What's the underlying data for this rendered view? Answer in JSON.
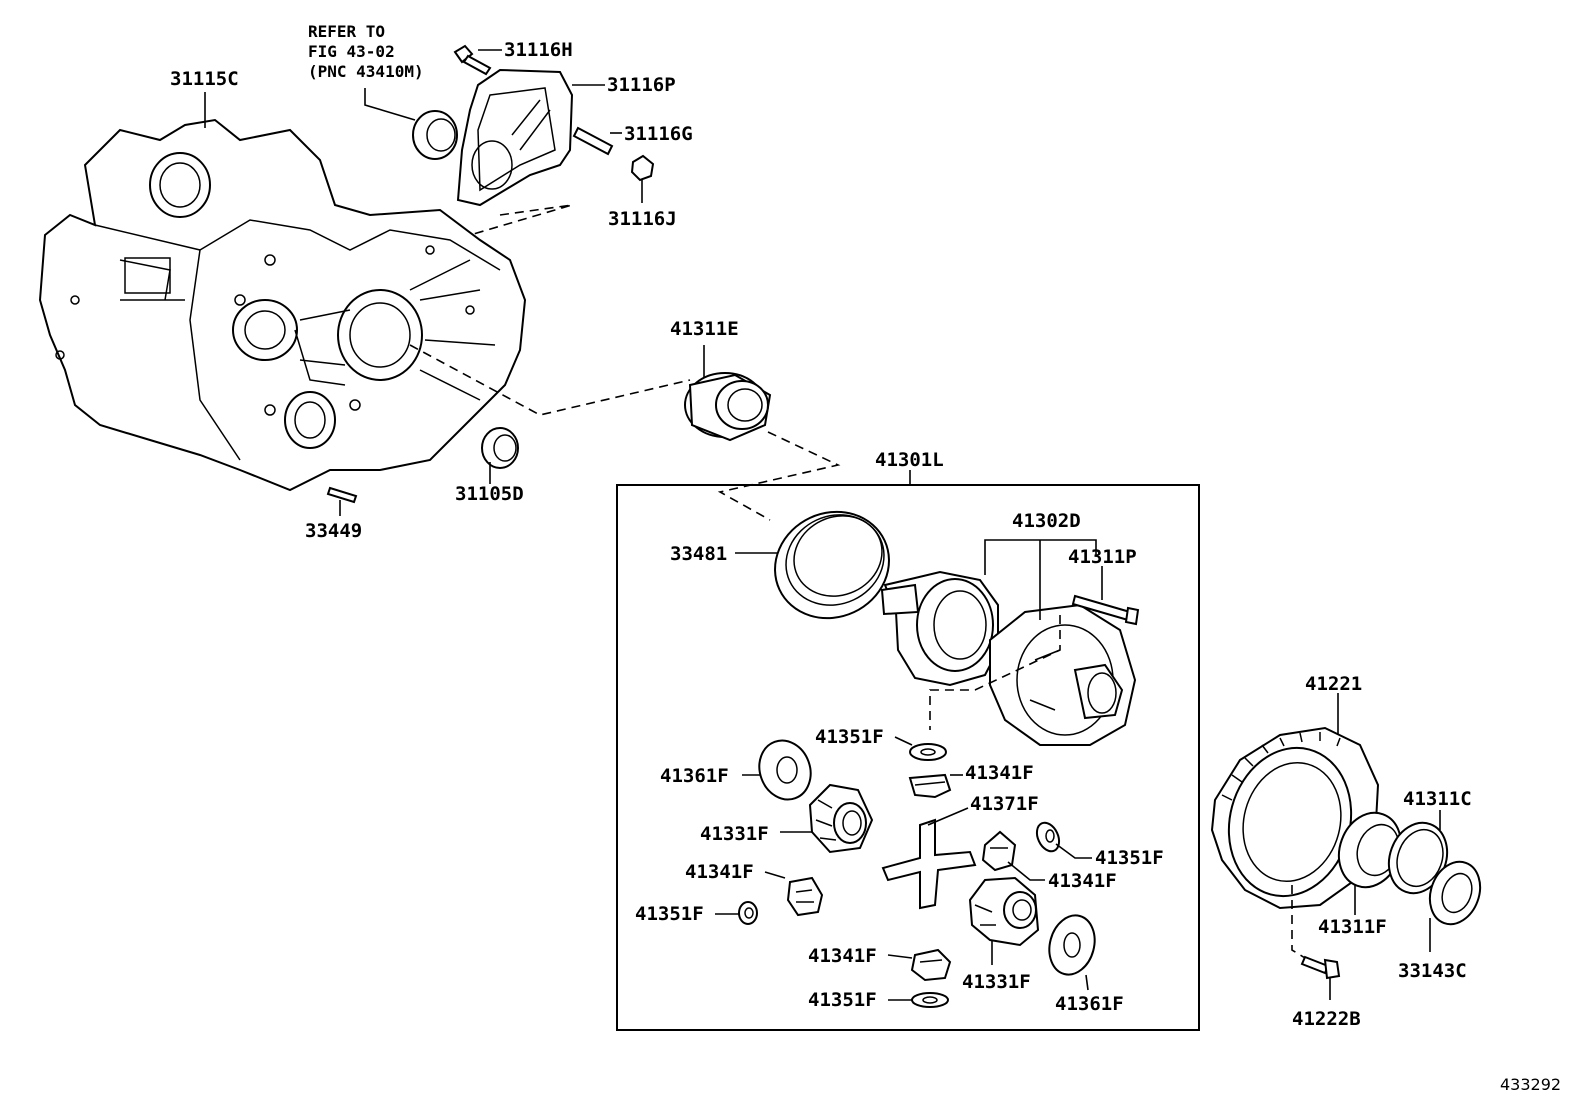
{
  "diagram": {
    "note": [
      "REFER TO",
      "FIG 43-02",
      "(PNC 43410M)"
    ],
    "figure_id": "433292",
    "labels": {
      "p31115C": "31115C",
      "p31116H": "31116H",
      "p31116P": "31116P",
      "p31116G": "31116G",
      "p31116J": "31116J",
      "p41311E": "41311E",
      "p31105D": "31105D",
      "p33449": "33449",
      "p41301L": "41301L",
      "p41302D": "41302D",
      "p41311P": "41311P",
      "p33481": "33481",
      "p41351F_a": "41351F",
      "p41341F_a": "41341F",
      "p41361F_a": "41361F",
      "p41371F": "41371F",
      "p41331F_a": "41331F",
      "p41351F_b": "41351F",
      "p41341F_b": "41341F",
      "p41341F_c": "41341F",
      "p41351F_c": "41351F",
      "p41341F_d": "41341F",
      "p41331F_b": "41331F",
      "p41361F_b": "41361F",
      "p41351F_d": "41351F",
      "p41221": "41221",
      "p41311C": "41311C",
      "p41311F": "41311F",
      "p33143C": "33143C",
      "p41222B": "41222B"
    }
  }
}
